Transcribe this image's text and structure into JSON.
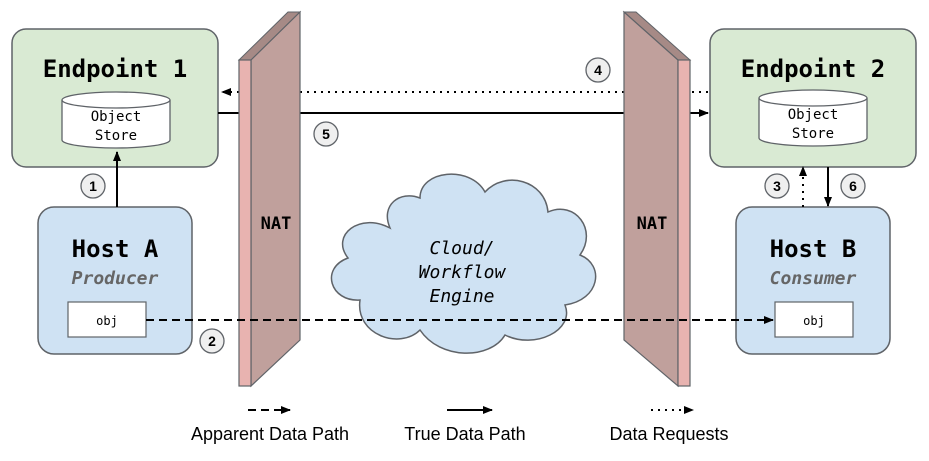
{
  "endpoint1": {
    "title": "Endpoint 1",
    "store_line1": "Object",
    "store_line2": "Store"
  },
  "endpoint2": {
    "title": "Endpoint 2",
    "store_line1": "Object",
    "store_line2": "Store"
  },
  "hostA": {
    "title": "Host A",
    "role": "Producer",
    "obj": "obj"
  },
  "hostB": {
    "title": "Host B",
    "role": "Consumer",
    "obj": "obj"
  },
  "nat_left": "NAT",
  "nat_right": "NAT",
  "cloud": {
    "line1": "Cloud/",
    "line2": "Workflow",
    "line3": "Engine"
  },
  "steps": [
    "1",
    "2",
    "3",
    "4",
    "5",
    "6"
  ],
  "legend": {
    "apparent": "Apparent Data Path",
    "true": "True Data Path",
    "requests": "Data Requests"
  },
  "colors": {
    "endpoint_fill": "#d9ead3",
    "host_fill": "#cfe2f3",
    "nat_front": "#c0a09c",
    "nat_edge": "#e8b3b0",
    "cloud_fill": "#cfe2f3",
    "badge_fill": "#efefef"
  }
}
